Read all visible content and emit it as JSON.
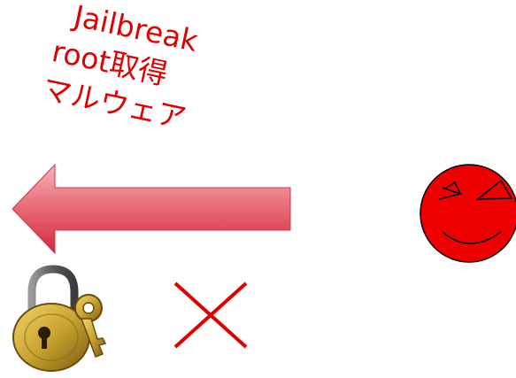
{
  "caption": {
    "lines": [
      "Jailbreak",
      "root取得",
      "マルウェア"
    ]
  },
  "colors": {
    "caption_text": "#e00000",
    "arrow_light": "#f6a0a8",
    "arrow_dark": "#d42a3a",
    "face_fill": "#ee0000",
    "cross": "#e00000",
    "lock_gold": "#c9a430",
    "lock_shackle": "#6a6a6a"
  },
  "icons": {
    "arrow": "left-arrow-icon",
    "face": "evil-face-icon",
    "lock": "padlock-key-icon",
    "cross": "cross-mark-icon"
  }
}
